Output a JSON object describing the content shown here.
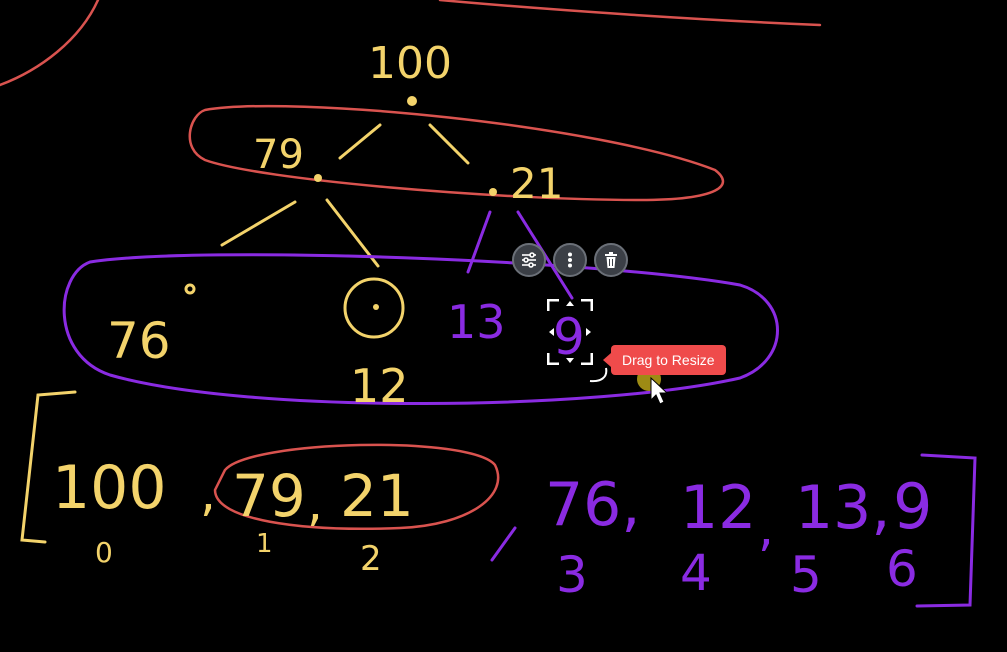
{
  "tree": {
    "root": "100",
    "level1": [
      "79",
      "21"
    ],
    "level2": [
      "76",
      "12",
      "13",
      "9"
    ]
  },
  "array": {
    "yellow_values": [
      "100",
      ",",
      "79",
      ",",
      "21"
    ],
    "yellow_indices": [
      "0",
      "1",
      "2"
    ],
    "purple_values": [
      "76,",
      "12",
      ",",
      "13,",
      "9"
    ],
    "purple_indices": [
      "3",
      "4",
      "5",
      "6"
    ]
  },
  "element_toolbar": {
    "settings_icon": "sliders-icon",
    "more_icon": "more-vertical-icon",
    "delete_icon": "trash-icon"
  },
  "tooltip": {
    "text": "Drag to Resize"
  },
  "colors": {
    "background": "#000000",
    "yellow_ink": "#f3d36b",
    "purple_ink": "#8a2be2",
    "red_ink": "#d9534f",
    "tooltip_bg": "#ef4b4b"
  }
}
